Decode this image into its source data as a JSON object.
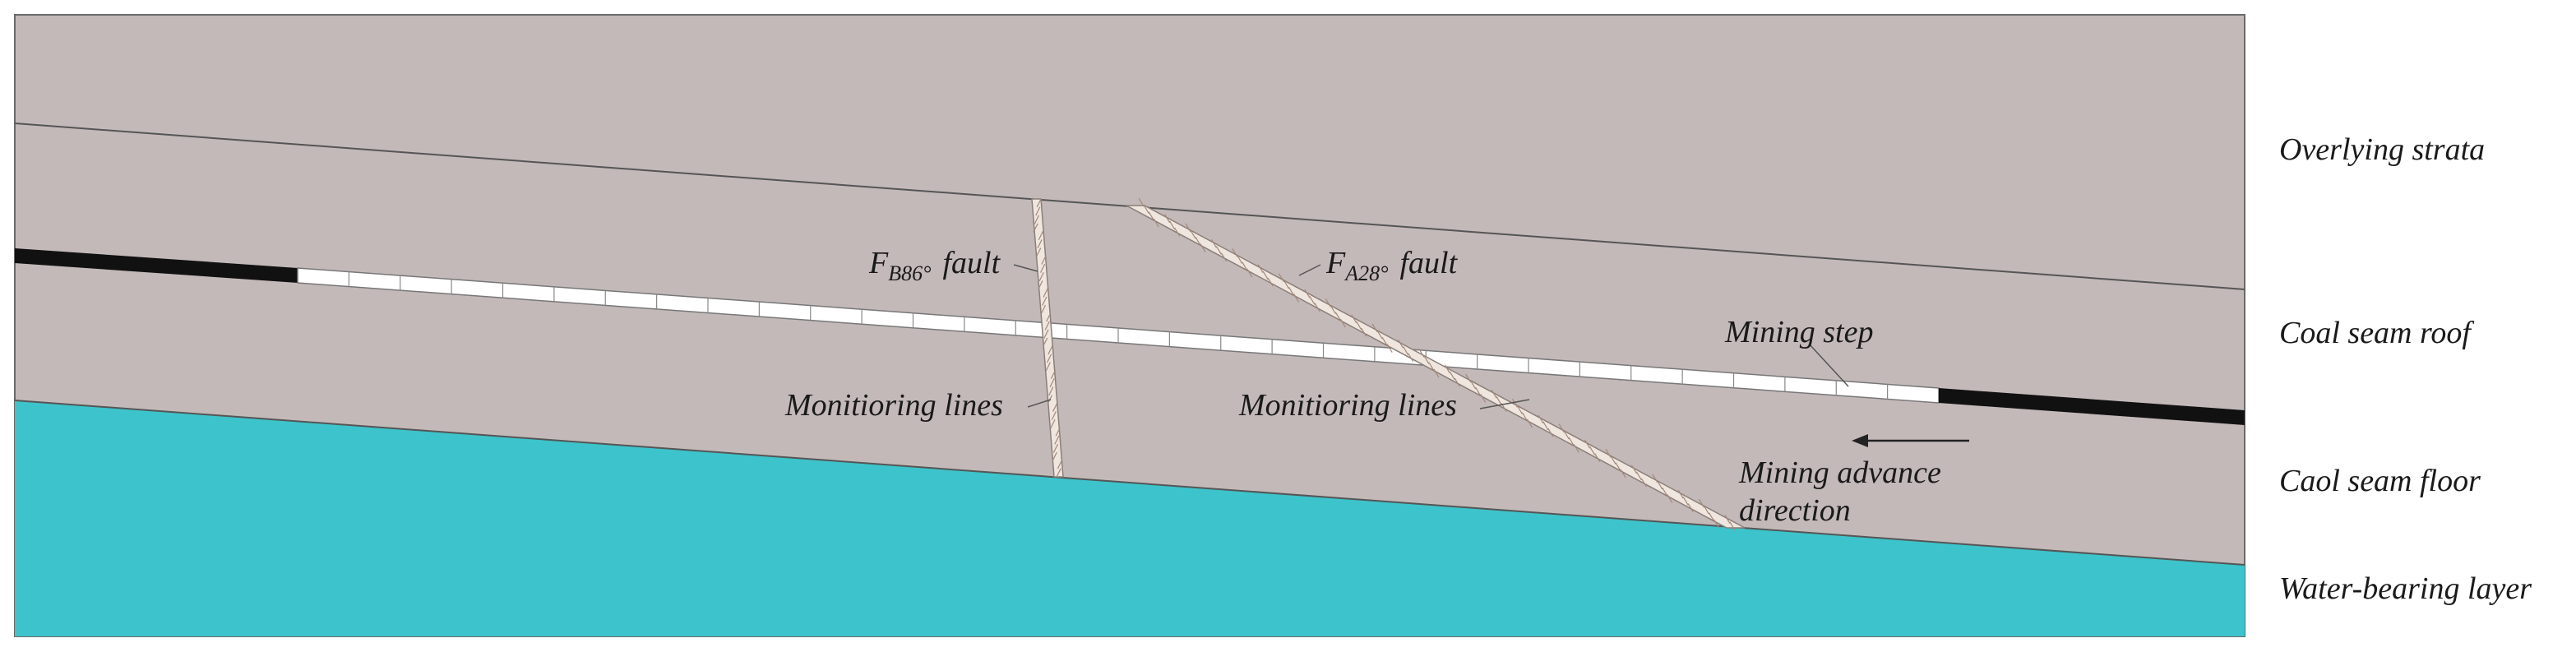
{
  "layers": {
    "overlying": "Overlying strata",
    "roof": "Coal seam roof",
    "floor": "Caol seam floor",
    "aquifer": "Water-bearing layer"
  },
  "faults": {
    "b": {
      "prefix": "F",
      "subscript": "B86°",
      "suffix": "fault"
    },
    "a": {
      "prefix": "F",
      "subscript": "A28°",
      "suffix": "fault"
    }
  },
  "labels": {
    "monitoring_left": "Monitioring lines",
    "monitoring_right": "Monitioring lines",
    "mining_step": "Mining step",
    "advance_line1": "Mining advance",
    "advance_line2": "direction"
  },
  "colors": {
    "rock": "#c4b9b9",
    "aquifer": "#3dc3cb",
    "coal": "#111111",
    "mined": "#ffffff",
    "fault_fill": "#efe6df",
    "outline": "#555555"
  }
}
